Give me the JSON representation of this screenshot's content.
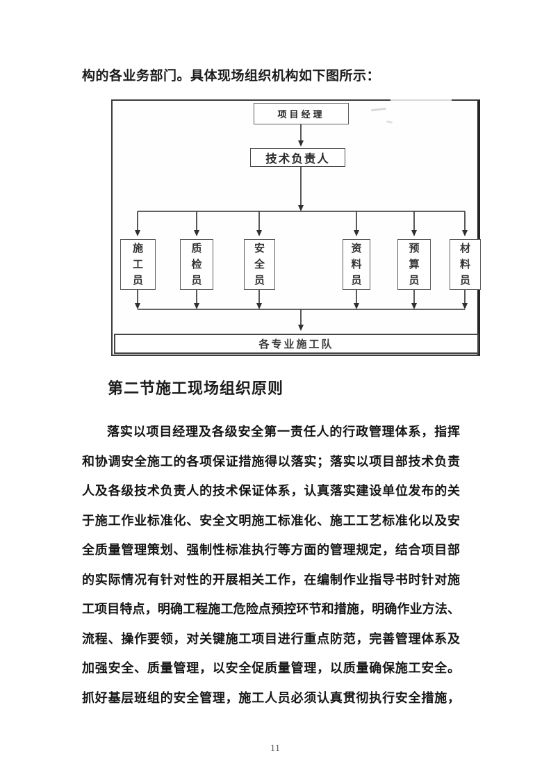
{
  "document": {
    "intro_line": "构的各业务部门。具体现场组织机构如下图所示：",
    "section_heading": "第二节施工现场组织原则",
    "body_lines": [
      "落实以项目经理及各级安全第一责任人的行政管理体系，指挥",
      "和协调安全施工的各项保证措施得以落实；落实以项目部技术负责",
      "人及各级技术负责人的技术保证体系，认真落实建设单位发布的关",
      "于施工作业标准化、安全文明施工标准化、施工工艺标准化以及安",
      "全质量管理策划、强制性标准执行等方面的管理规定，结合项目部",
      "的实际情况有针对性的开展相关工作，在编制作业指导书时针对施",
      "工项目特点，明确工程施工危险点预控环节和措施，明确作业方法、",
      "流程、操作要领，对关键施工项目进行重点防范，完善管理体系及",
      "加强安全、质量管理，以安全促质量管理，以质量确保施工安全。",
      "抓好基层班组的安全管理，施工人员必须认真贯彻执行安全措施，"
    ],
    "page_number": "11"
  },
  "org_chart": {
    "top_box": "项目经理",
    "second_box": "技术负责人",
    "member_boxes": [
      "施工员",
      "质检员",
      "安全员",
      "资料员",
      "预算员",
      "材料员"
    ],
    "bottom_box": "各专业施工队"
  },
  "colors": {
    "ink": "#1c1c1c",
    "chart_line": "#2f2f2f"
  }
}
